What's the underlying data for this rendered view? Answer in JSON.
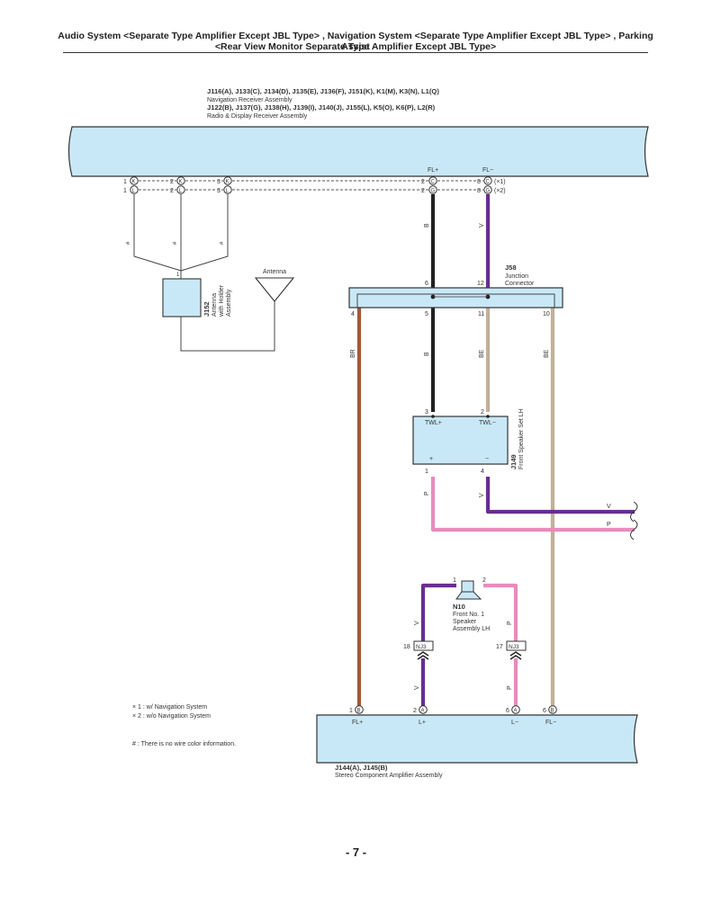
{
  "header": {
    "line1": "Audio System <Separate Type Amplifier Except JBL Type> , Navigation System <Separate Type Amplifier Except JBL Type> , Parking Assist",
    "line2": "<Rear View Monitor Separate Type Amplifier Except JBL Type>"
  },
  "receiver": {
    "codes_nav": "J116(A), J133(C), J134(D), J135(E), J136(F), J151(K), K1(M), K3(N), L1(Q)",
    "name_nav": "Navigation Receiver Assembly",
    "codes_radio": "J122(B), J137(G), J138(H), J139(I), J140(J), J155(L), K5(O), K6(P), L2(R)",
    "name_radio": "Radio & Display Receiver Assembly",
    "fl_plus": "FL+",
    "fl_minus": "FL−",
    "pins_left": [
      {
        "num": "1",
        "c1": "K",
        "c2": "L"
      },
      {
        "num": "2",
        "c1": "K",
        "c2": "L"
      },
      {
        "num": "3",
        "c1": "K",
        "c2": "L"
      }
    ],
    "pin_flp_num": "2",
    "pin_flp_c1": "C",
    "pin_flp_c2": "G",
    "pin_flm_num": "8",
    "pin_flm_c1": "C",
    "pin_flm_c2": "G",
    "note1": "(×1)",
    "note2": "(×2)"
  },
  "antenna": {
    "code": "J152",
    "name1": "Antenna",
    "name2": "with Holder",
    "name3": "Assembly",
    "symbol_label": "Antenna",
    "pin": "1",
    "wire_marks": [
      "#",
      "#",
      "#"
    ]
  },
  "junction": {
    "code": "J58",
    "name1": "Junction",
    "name2": "Connector",
    "pins_top": [
      "6",
      "12"
    ],
    "pins_bottom": [
      "4",
      "5",
      "11",
      "10"
    ]
  },
  "speaker_set": {
    "code": "J149",
    "name": "Front Speaker Set LH",
    "twl_plus": "TWL+",
    "twl_minus": "TWL−",
    "plus": "+",
    "minus": "−",
    "pins_top": [
      "3",
      "2"
    ],
    "pins_bottom": [
      "1",
      "4"
    ]
  },
  "speaker_n10": {
    "code": "N10",
    "name1": "Front No. 1",
    "name2": "Speaker",
    "name3": "Assembly LH",
    "pins": [
      "1",
      "2"
    ]
  },
  "nj3": {
    "label": "NJ3",
    "pin_left": "18",
    "pin_right": "17"
  },
  "amplifier": {
    "code": "J144(A), J145(B)",
    "name": "Stereo Component Amplifier Assembly",
    "pins": [
      {
        "num": "1",
        "conn": "B",
        "label": "FL+"
      },
      {
        "num": "2",
        "conn": "A",
        "label": "L+"
      },
      {
        "num": "6",
        "conn": "A",
        "label": "L−"
      },
      {
        "num": "6",
        "conn": "B",
        "label": "FL−"
      }
    ]
  },
  "wire_colors": {
    "B": "B",
    "V": "V",
    "BR": "BR",
    "BE": "BE",
    "P": "P"
  },
  "exits": {
    "v": "V",
    "p": "P"
  },
  "notes": {
    "n1": "× 1 : w/ Navigation System",
    "n2": "× 2 : w/o Navigation System",
    "n3": "# : There is no wire color information."
  },
  "page_number": "- 7 -",
  "colors": {
    "block_fill": "#c9e8f7",
    "wire_black": "#222222",
    "wire_violet": "#6a2d91",
    "wire_pink": "#e98bbd",
    "wire_brown": "#a0593b",
    "wire_beige": "#c2b09a",
    "wire_thin": "#444444"
  }
}
